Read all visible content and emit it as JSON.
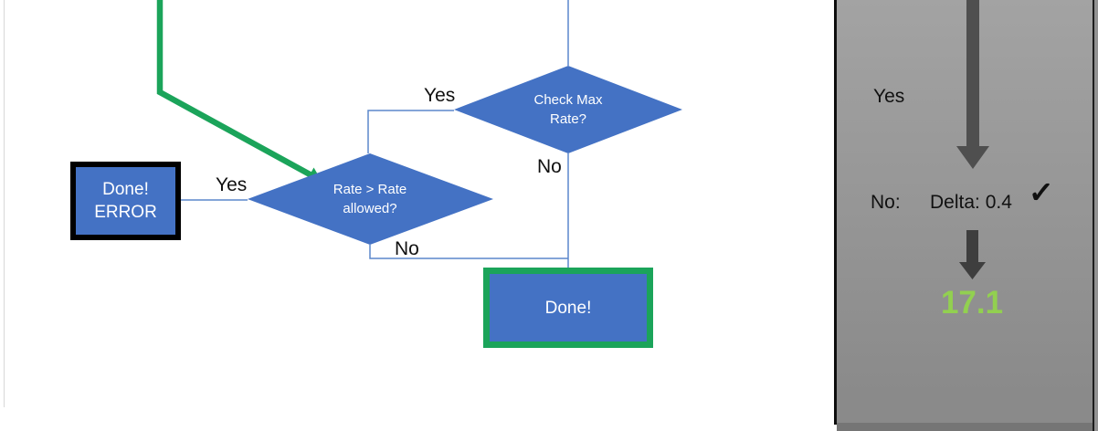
{
  "flowchart": {
    "decision_check_max_rate": {
      "label": "Check Max Rate?"
    },
    "decision_rate_allowed": {
      "label": "Rate > Rate allowed?"
    },
    "box_done_error": {
      "line1": "Done!",
      "line2": "ERROR"
    },
    "box_done": {
      "label": "Done!"
    },
    "labels": {
      "check_max_yes": "Yes",
      "check_max_no": "No",
      "rate_allowed_yes": "Yes",
      "rate_allowed_no": "No"
    }
  },
  "side_panel": {
    "yes_label": "Yes",
    "no_label": "No:",
    "delta_label": "Delta: 0.4",
    "checkmark_icon": "✓",
    "result_value": "17.1"
  },
  "colors": {
    "shape_blue": "#4472C4",
    "connector_blue": "#5B87CC",
    "green": "#1BA45A",
    "result_green": "#92D050",
    "panel_gray_top": "#A3A3A3",
    "panel_gray_bottom": "#8A8A8A",
    "arrow_gray": "#4F4F4F",
    "arrow_gray_dark": "#3E3E3E"
  }
}
